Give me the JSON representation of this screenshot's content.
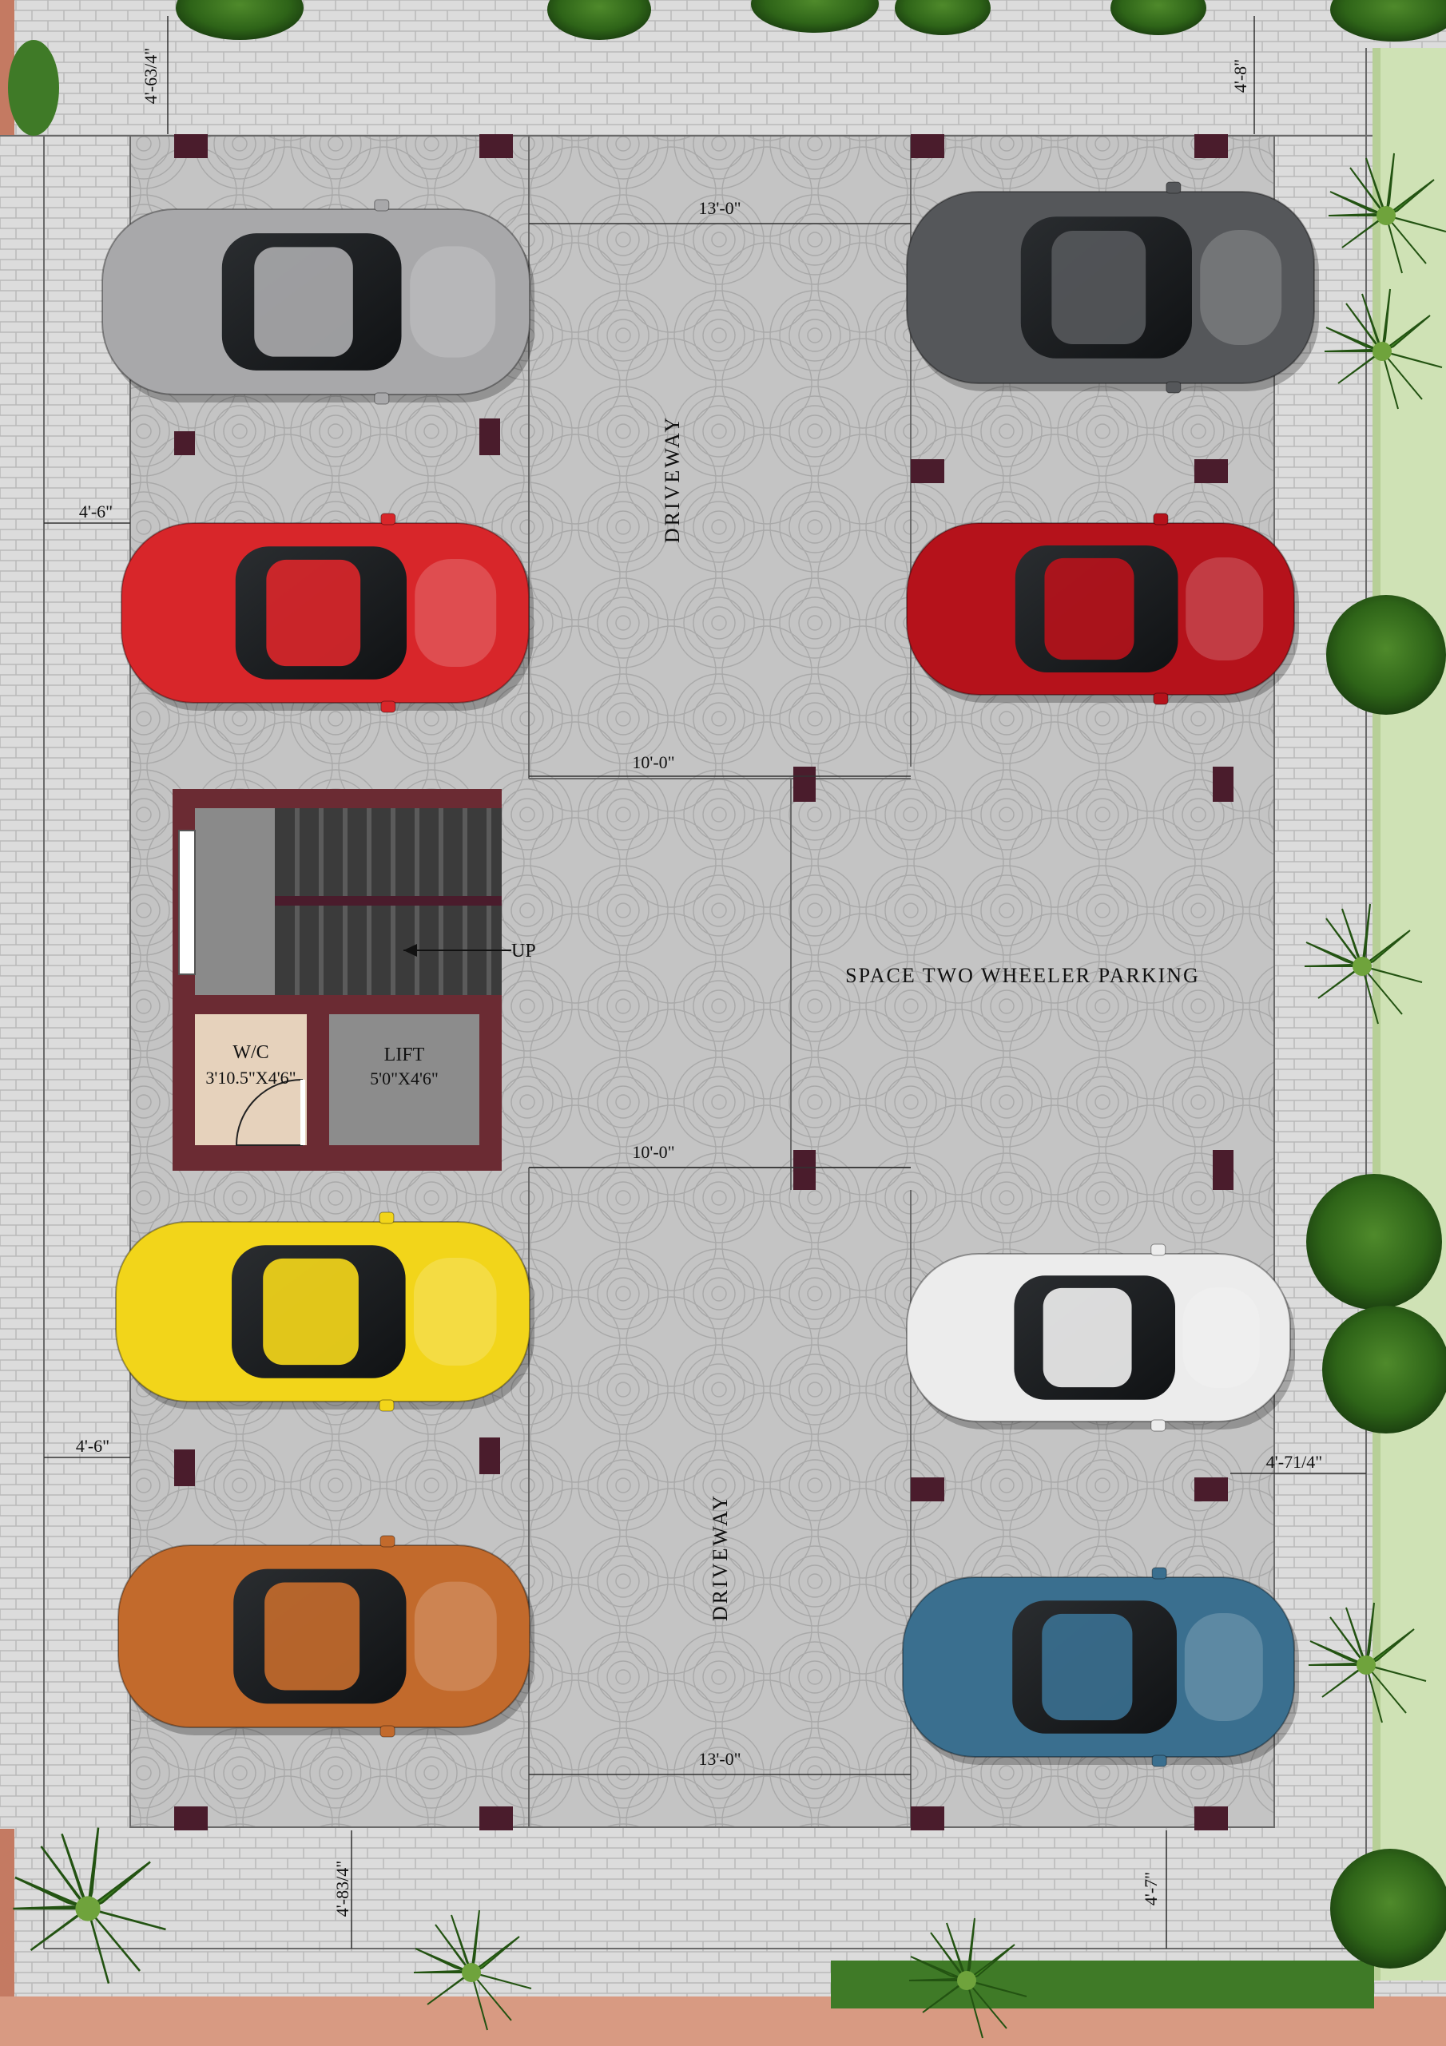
{
  "labels": {
    "driveway_top": "DRIVEWAY",
    "driveway_bottom": "DRIVEWAY",
    "two_wheeler": "SPACE TWO WHEELER PARKING",
    "up": "UP",
    "wc_title": "W/C",
    "wc_size": "3'10.5\"X4'6\"",
    "lift_title": "LIFT",
    "lift_size": "5'0\"X4'6\""
  },
  "dimensions": {
    "top_left_setback": "4'-63/4\"",
    "top_right_setback": "4'-8\"",
    "driveway_top_width": "13'-0\"",
    "left_setback_upper": "4'-6\"",
    "driveway_mid_upper": "10'-0\"",
    "driveway_mid_lower": "10'-0\"",
    "left_setback_lower": "4'-6\"",
    "right_setback_lower": "4'-71/4\"",
    "driveway_bottom_width": "13'-0\"",
    "bottom_left_setback": "4'-83/4\"",
    "bottom_right_setback": "4'-7\""
  },
  "cars": [
    {
      "id": "silver-convertible",
      "color": "#a8a8aa"
    },
    {
      "id": "dark-grey-hatchback",
      "color": "#55575a"
    },
    {
      "id": "red-sedan",
      "color": "#d8262a"
    },
    {
      "id": "red-sports-car",
      "color": "#b5121b"
    },
    {
      "id": "yellow-coupe",
      "color": "#f2d51a"
    },
    {
      "id": "white-hatchback",
      "color": "#ececec"
    },
    {
      "id": "bronze-suv",
      "color": "#c26a2c"
    },
    {
      "id": "blue-sedan",
      "color": "#3a6f8f"
    }
  ],
  "colors": {
    "paving": "#c9c9c9",
    "tile": "#d6d6d6",
    "column": "#4a1c2c",
    "stair_wall": "#6b2b33",
    "lawn": "#cfe3b8",
    "brick": "#c47a62"
  }
}
